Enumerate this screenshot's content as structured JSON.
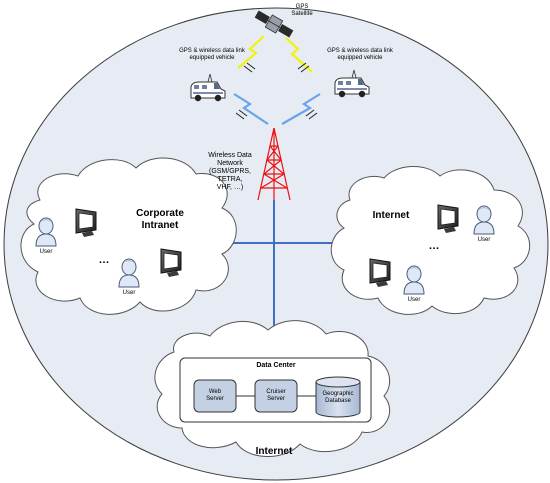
{
  "satellite": {
    "label": "GPS\nSatellite"
  },
  "vehicle_left": {
    "label": "GPS & wireless data link\nequipped vehicle"
  },
  "vehicle_right": {
    "label": "GPS & wireless data link\nequipped vehicle"
  },
  "tower": {
    "label": "Wireless Data\nNetwork\n(GSM/GPRS,\nTETRA,\nVHF, …)"
  },
  "corporate": {
    "title": "Corporate\nIntranet",
    "users": [
      "User",
      "User"
    ],
    "ellipsis": "…"
  },
  "internet_right": {
    "title": "Internet",
    "users": [
      "User",
      "User"
    ],
    "ellipsis": "…"
  },
  "datacenter": {
    "title": "Data Center",
    "web_server": "Web\nServer",
    "cruiser_server": "Cruiser\nServer",
    "database": "Geographic\nDatabase"
  },
  "internet_bottom": {
    "title": "Internet"
  },
  "colors": {
    "background_ellipse": "#e6ebf4",
    "cloud": "#ffffff",
    "link_line": "#3d6fc4",
    "tower": "#ee1111",
    "signal_yellow": "#f2f20a",
    "signal_blue": "#6aa3e8",
    "server_box": "#c4d0e4"
  }
}
